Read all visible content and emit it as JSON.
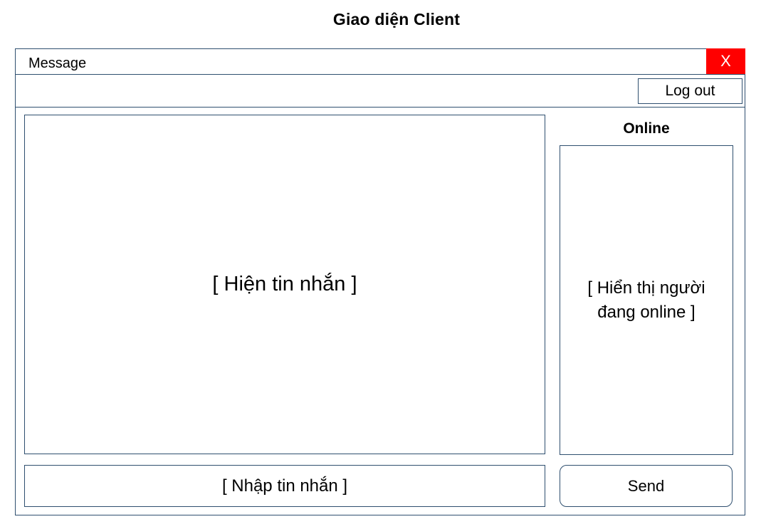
{
  "page": {
    "title": "Giao diện Client"
  },
  "window": {
    "title": "Message",
    "close_label": "X",
    "accent_close_color": "#ff0000",
    "border_color": "#2f4f6f"
  },
  "toolbar": {
    "logout_label": "Log out"
  },
  "messages": {
    "placeholder": "[ Hiện tin nhắn ]"
  },
  "online": {
    "heading": "Online",
    "placeholder_line1": "[ Hiển thị người",
    "placeholder_line2": "đang online ]"
  },
  "composer": {
    "input_placeholder": "[ Nhập tin nhắn ]",
    "send_label": "Send"
  }
}
